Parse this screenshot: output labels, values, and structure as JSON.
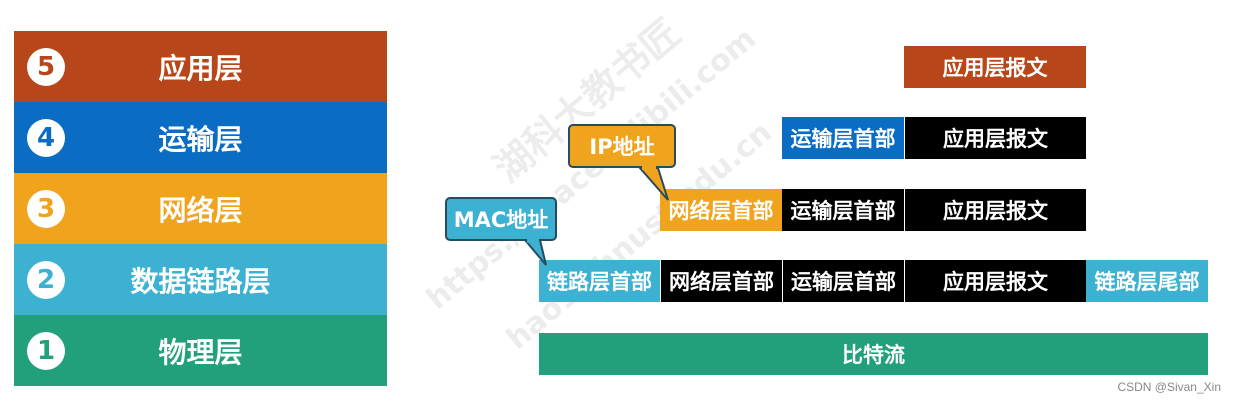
{
  "layers": [
    {
      "num": "5",
      "name": "应用层",
      "color": "#b7471a"
    },
    {
      "num": "4",
      "name": "运输层",
      "color": "#0a6cc2"
    },
    {
      "num": "3",
      "name": "网络层",
      "color": "#f0a31c"
    },
    {
      "num": "2",
      "name": "数据链路层",
      "color": "#3cb1d1"
    },
    {
      "num": "1",
      "name": "物理层",
      "color": "#21a07b"
    }
  ],
  "units": {
    "app_msg": "应用层报文",
    "transport_header": "运输层首部",
    "network_header": "网络层首部",
    "link_header": "链路层首部",
    "link_trailer": "链路层尾部",
    "bitstream": "比特流"
  },
  "callouts": {
    "ip": "IP地址",
    "mac": "MAC地址"
  },
  "watermark": {
    "line1": "湖科大教书匠",
    "line2": "https://space.bilibili.com",
    "line3": "hao1@hnust.edu.cn"
  },
  "credit": "CSDN @Sivan_Xin"
}
